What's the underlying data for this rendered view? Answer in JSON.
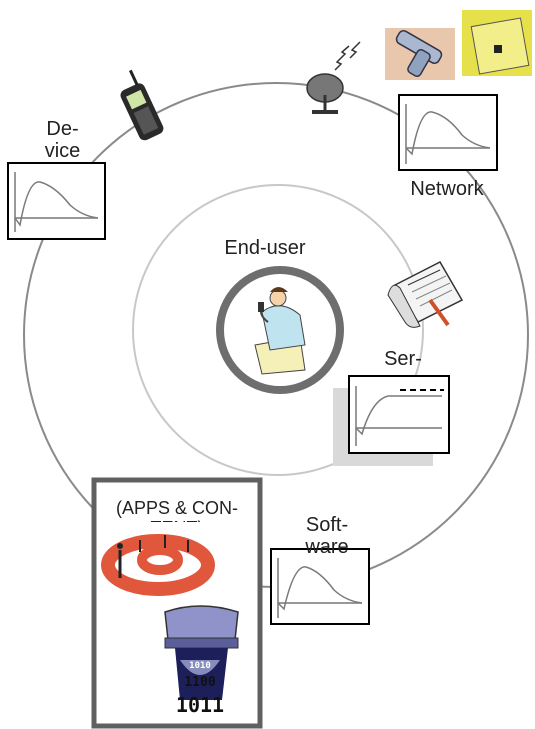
{
  "labels": {
    "device": "De-\nvice",
    "network": "Network",
    "end_user": "End-user",
    "service": "Ser-",
    "software": "Soft-\nware",
    "apps_content": "(APPS & CON-\nTENT)"
  },
  "binary_text": [
    "1010",
    "1100",
    "1011"
  ],
  "colors": {
    "outer_ring": "#8a8a8a",
    "inner_ring": "#c8c8c8",
    "center_ring": "#6e6e6e",
    "gray_panel": "#d9d9d9",
    "curve": "#7a7a7a",
    "at_symbol": "#e1573b"
  },
  "icons": [
    "mobile-phone-icon",
    "satellite-dish-icon",
    "pipe-connector-icon",
    "electrical-panel-icon",
    "contract-icon",
    "person-at-desk-icon",
    "at-sign-icon",
    "printer-icon"
  ]
}
